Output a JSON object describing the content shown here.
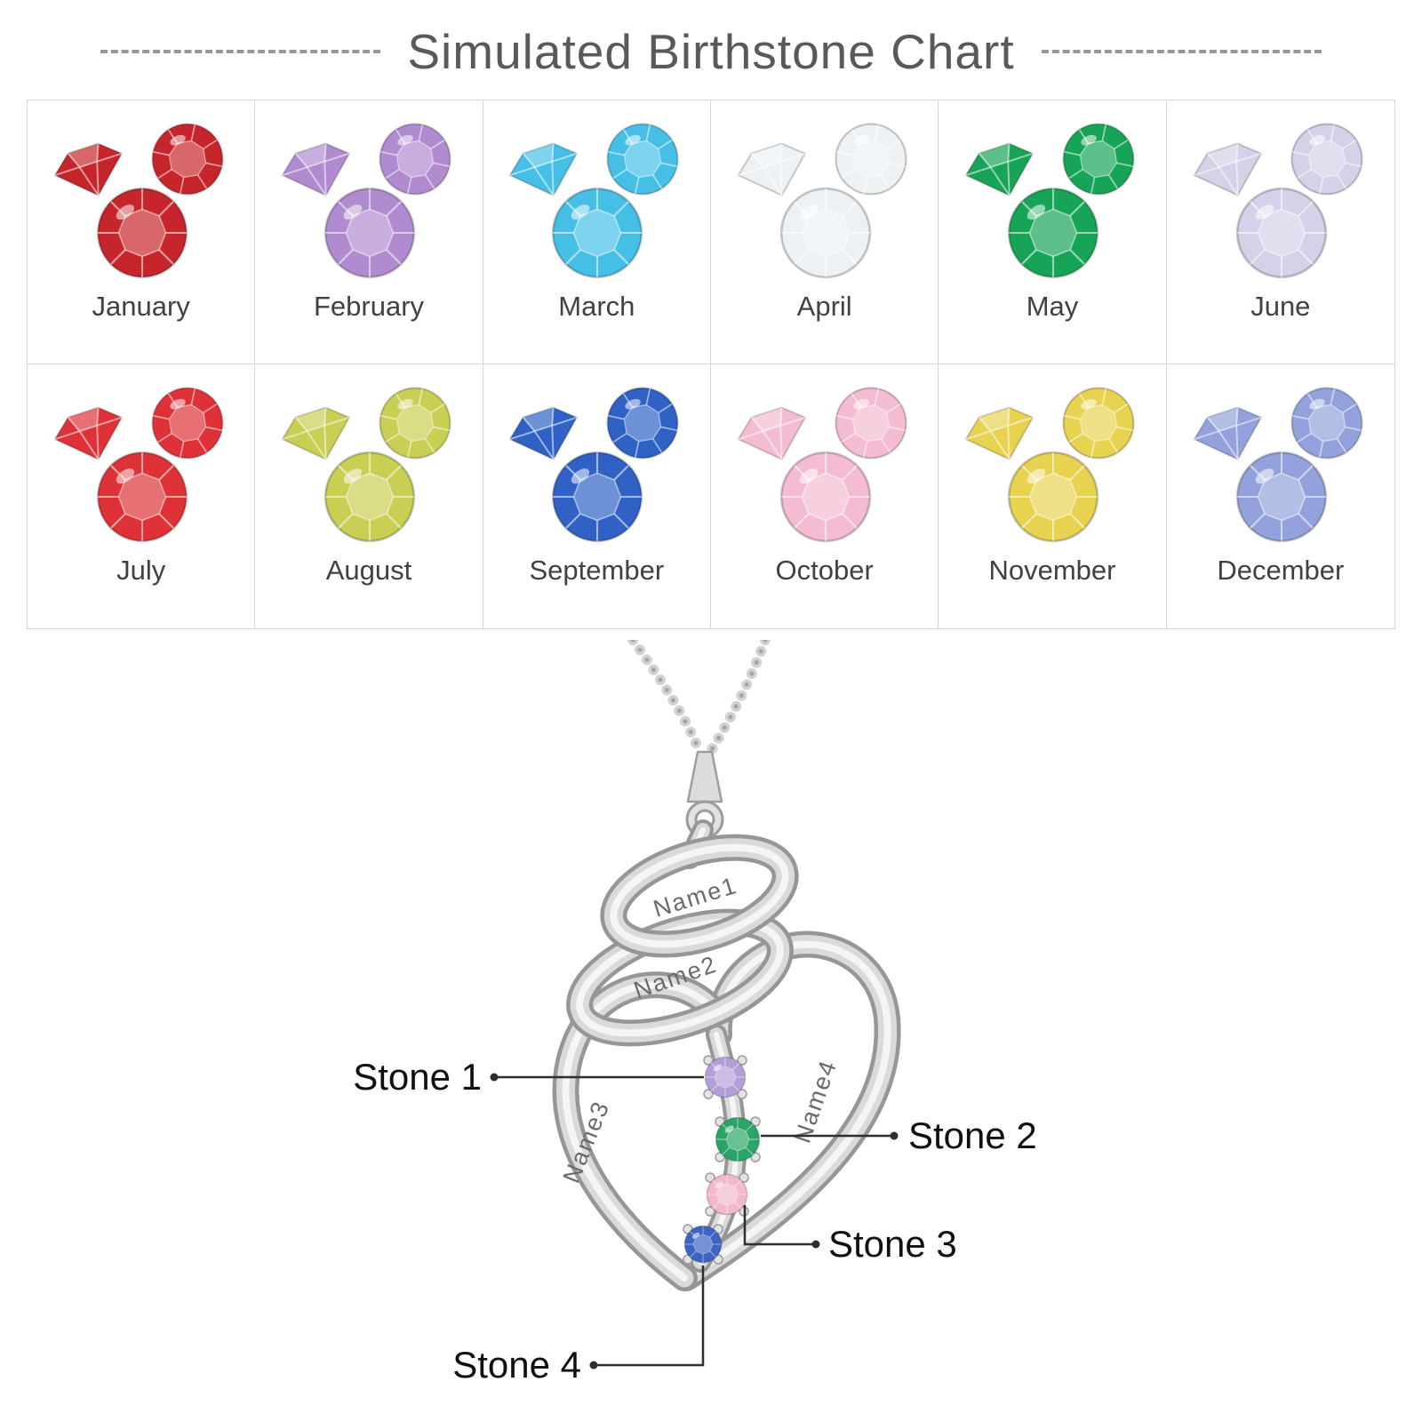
{
  "title": "Simulated Birthstone Chart",
  "months": [
    {
      "label": "January",
      "color": "#c6262b"
    },
    {
      "label": "February",
      "color": "#b08bd0"
    },
    {
      "label": "March",
      "color": "#46bfe6"
    },
    {
      "label": "April",
      "color": "#edf1f4"
    },
    {
      "label": "May",
      "color": "#17a457"
    },
    {
      "label": "June",
      "color": "#d6d0e8"
    },
    {
      "label": "July",
      "color": "#df3238"
    },
    {
      "label": "August",
      "color": "#c8cf52"
    },
    {
      "label": "September",
      "color": "#2f62c4"
    },
    {
      "label": "October",
      "color": "#f4bcd2"
    },
    {
      "label": "November",
      "color": "#e7d34f"
    },
    {
      "label": "December",
      "color": "#93a2dc"
    }
  ],
  "pendant": {
    "names": [
      "Name1",
      "Name2",
      "Name3",
      "Name4"
    ],
    "stones": [
      {
        "label": "Stone 1",
        "color": "#b39fd8"
      },
      {
        "label": "Stone 2",
        "color": "#2ba467"
      },
      {
        "label": "Stone 3",
        "color": "#f2b8cc"
      },
      {
        "label": "Stone 4",
        "color": "#3d64c2"
      }
    ],
    "metal_color": "#d9d9d9"
  }
}
